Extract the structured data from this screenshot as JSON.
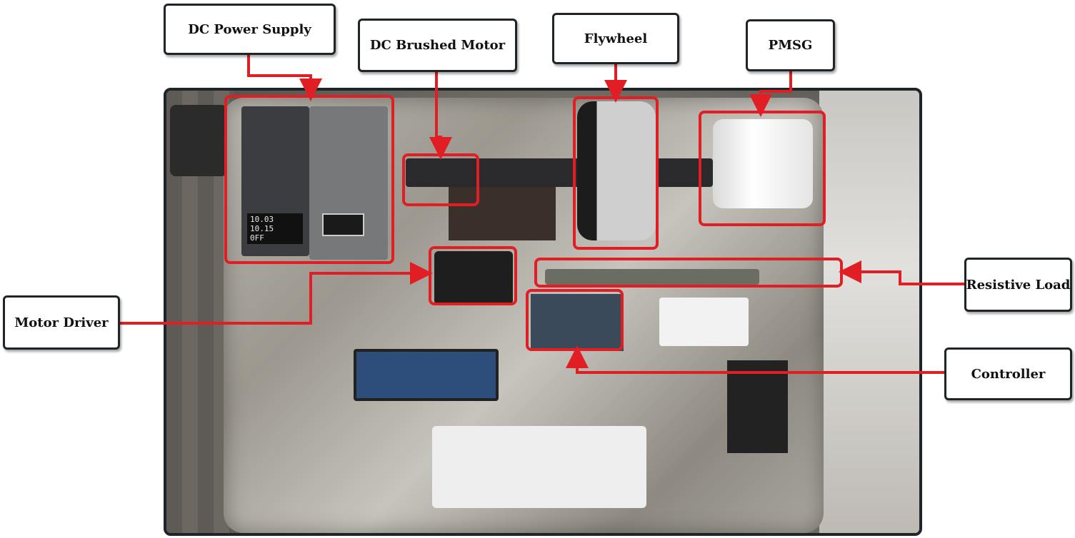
{
  "labels": {
    "dc_power_supply": "DC Power Supply",
    "dc_brushed_motor": "DC Brushed Motor",
    "flywheel": "Flywheel",
    "pmsg": "PMSG",
    "resistive_load": "Resistive Load",
    "motor_driver": "Motor Driver",
    "controller": "Controller"
  },
  "psu_readouts": [
    "10.03",
    "10.15",
    "0FF"
  ],
  "colors": {
    "highlight": "#e21e25",
    "label_border": "#1f2429"
  }
}
